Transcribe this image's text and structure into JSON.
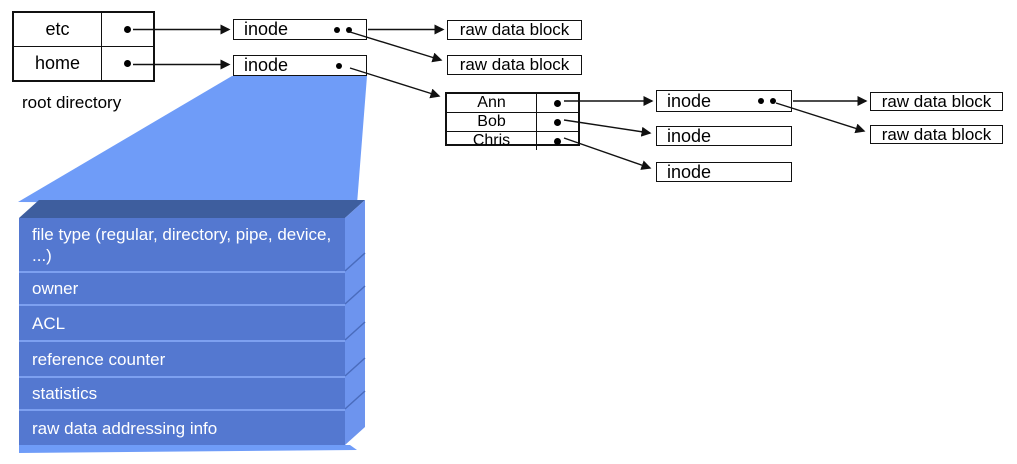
{
  "labels": {
    "root_directory": "root directory",
    "inode": "inode",
    "raw_data_block": "raw data block"
  },
  "root_directory": {
    "entries": [
      "etc",
      "home"
    ]
  },
  "home_directory": {
    "entries": [
      "Ann",
      "Bob",
      "Chris"
    ]
  },
  "inode_details": [
    "file type (regular, directory, pipe, device, ...)",
    "owner",
    "ACL",
    "reference counter",
    "statistics",
    "raw data addressing info"
  ],
  "colors": {
    "funnel_blue": "#6f9cf8",
    "stack_front_blue": "#5478d0",
    "stack_top_blue": "#3e5e9e",
    "stack_side_blue": "#6d94ee",
    "stack_divider_blue": "#7da0f0",
    "outline_black": "#111111"
  }
}
